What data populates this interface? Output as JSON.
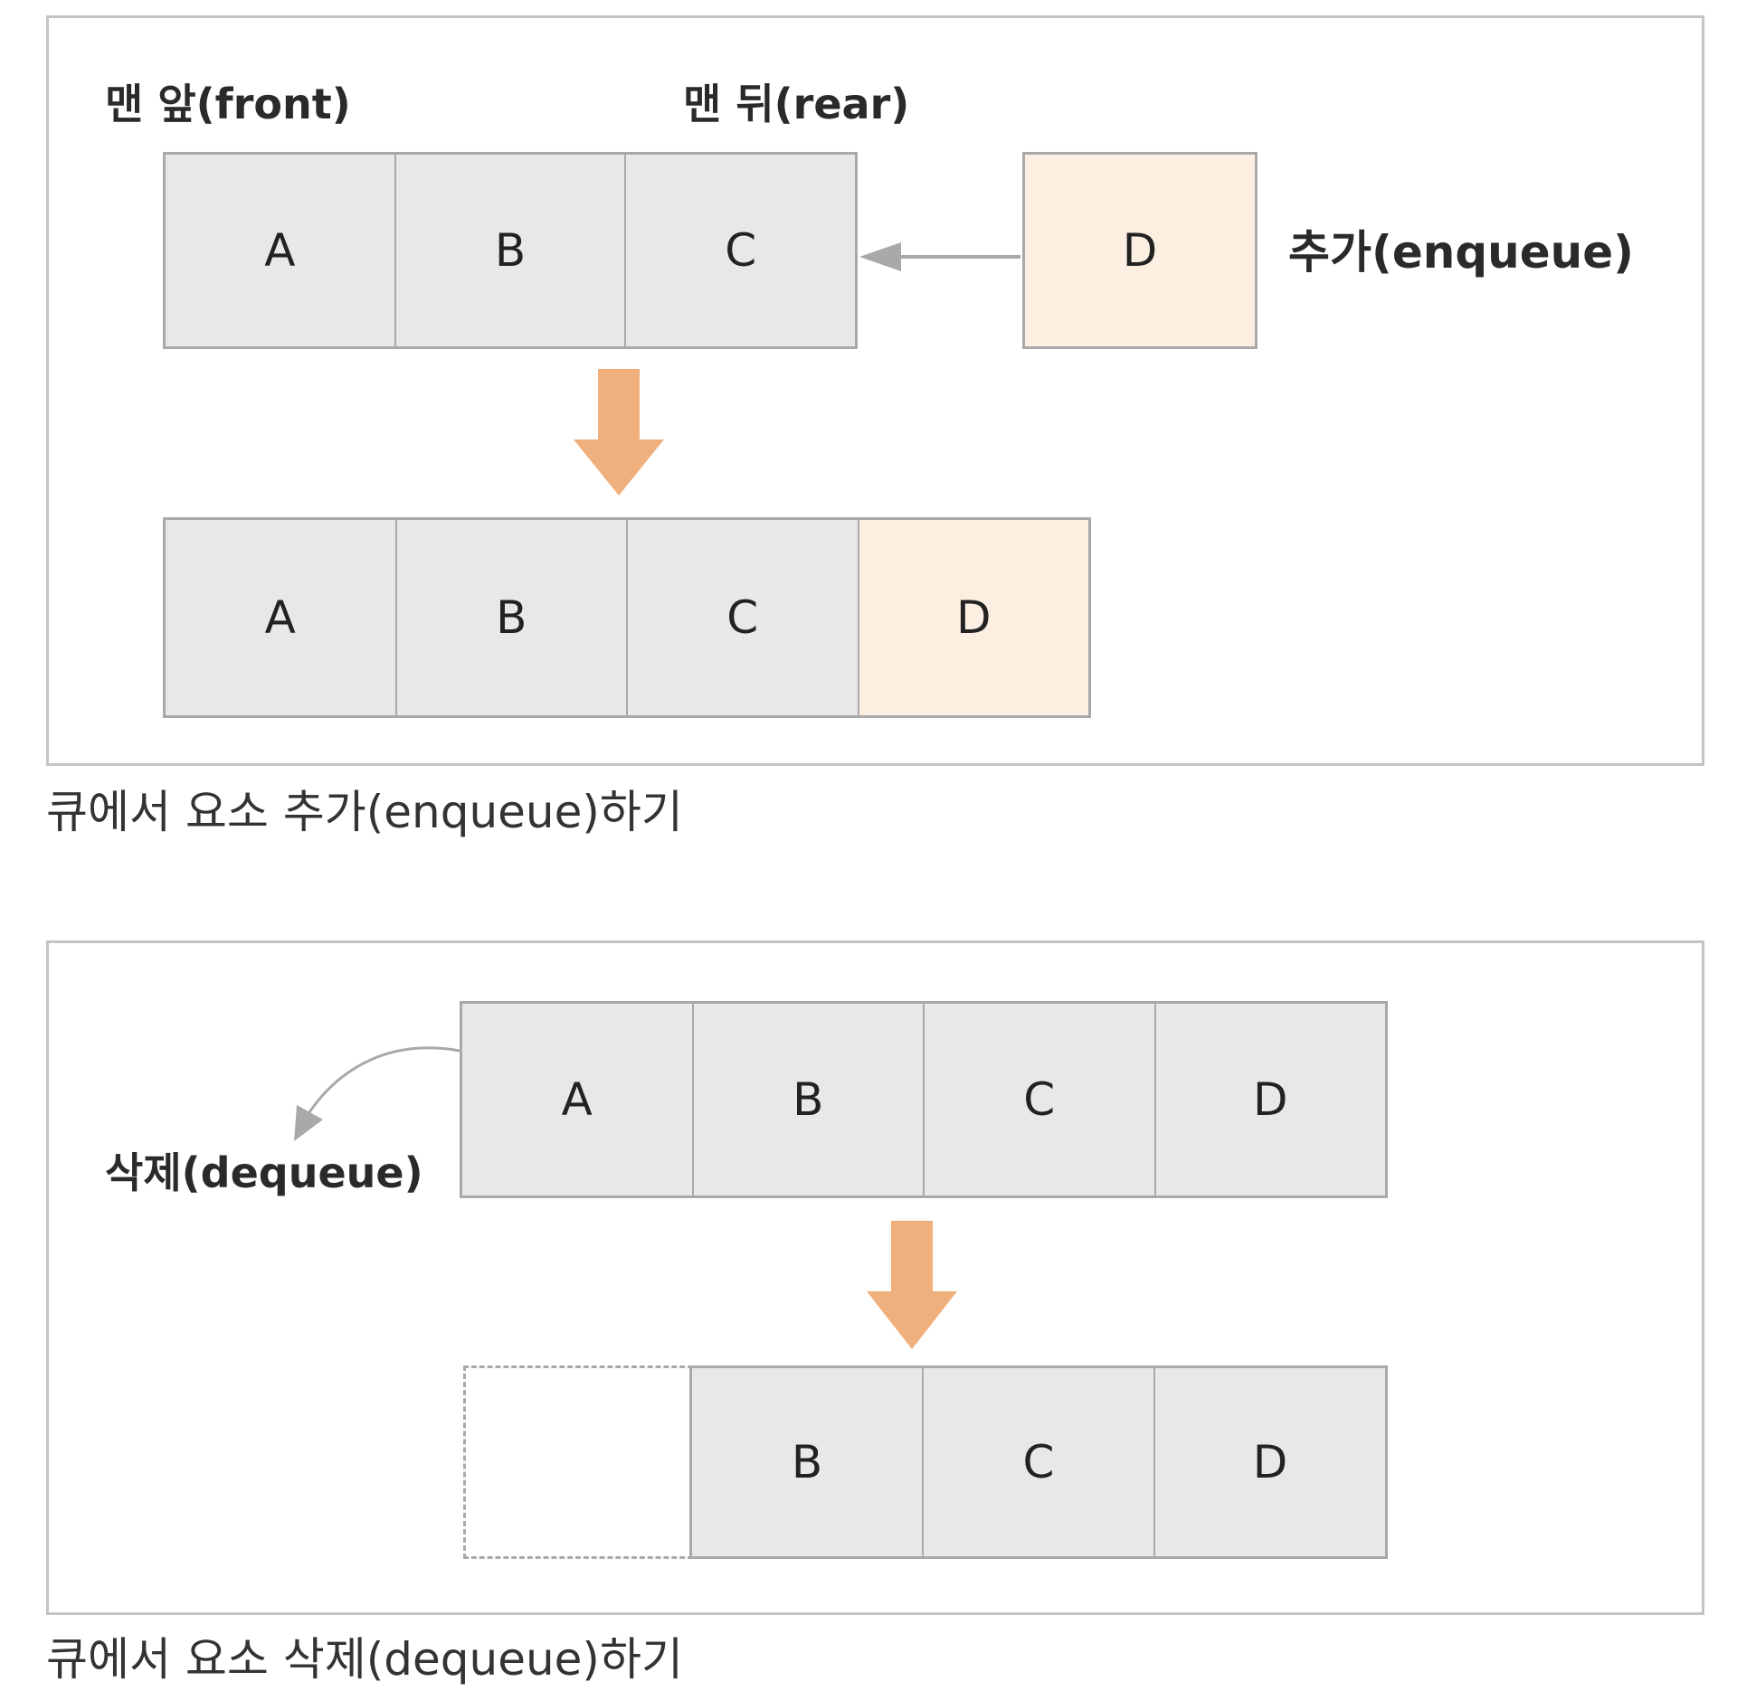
{
  "enqueue": {
    "front_label": "맨 앞(front)",
    "rear_label": "맨 뒤(rear)",
    "enqueue_label": "추가(enqueue)",
    "before": [
      "A",
      "B",
      "C"
    ],
    "incoming": "D",
    "after": [
      "A",
      "B",
      "C",
      "D"
    ],
    "caption": "큐에서 요소 추가(enqueue)하기"
  },
  "dequeue": {
    "dequeue_label": "삭제(dequeue)",
    "before": [
      "A",
      "B",
      "C",
      "D"
    ],
    "after": [
      "B",
      "C",
      "D"
    ],
    "caption": "큐에서 요소 삭제(dequeue)하기"
  },
  "colors": {
    "cell": "#e8e8ea",
    "new_cell": "#fdeee2",
    "border": "#a9a9a9",
    "panel_border": "#c4c4c4",
    "orange_arrow": "#f0b07e",
    "gray_arrow": "#a9a9a9"
  }
}
